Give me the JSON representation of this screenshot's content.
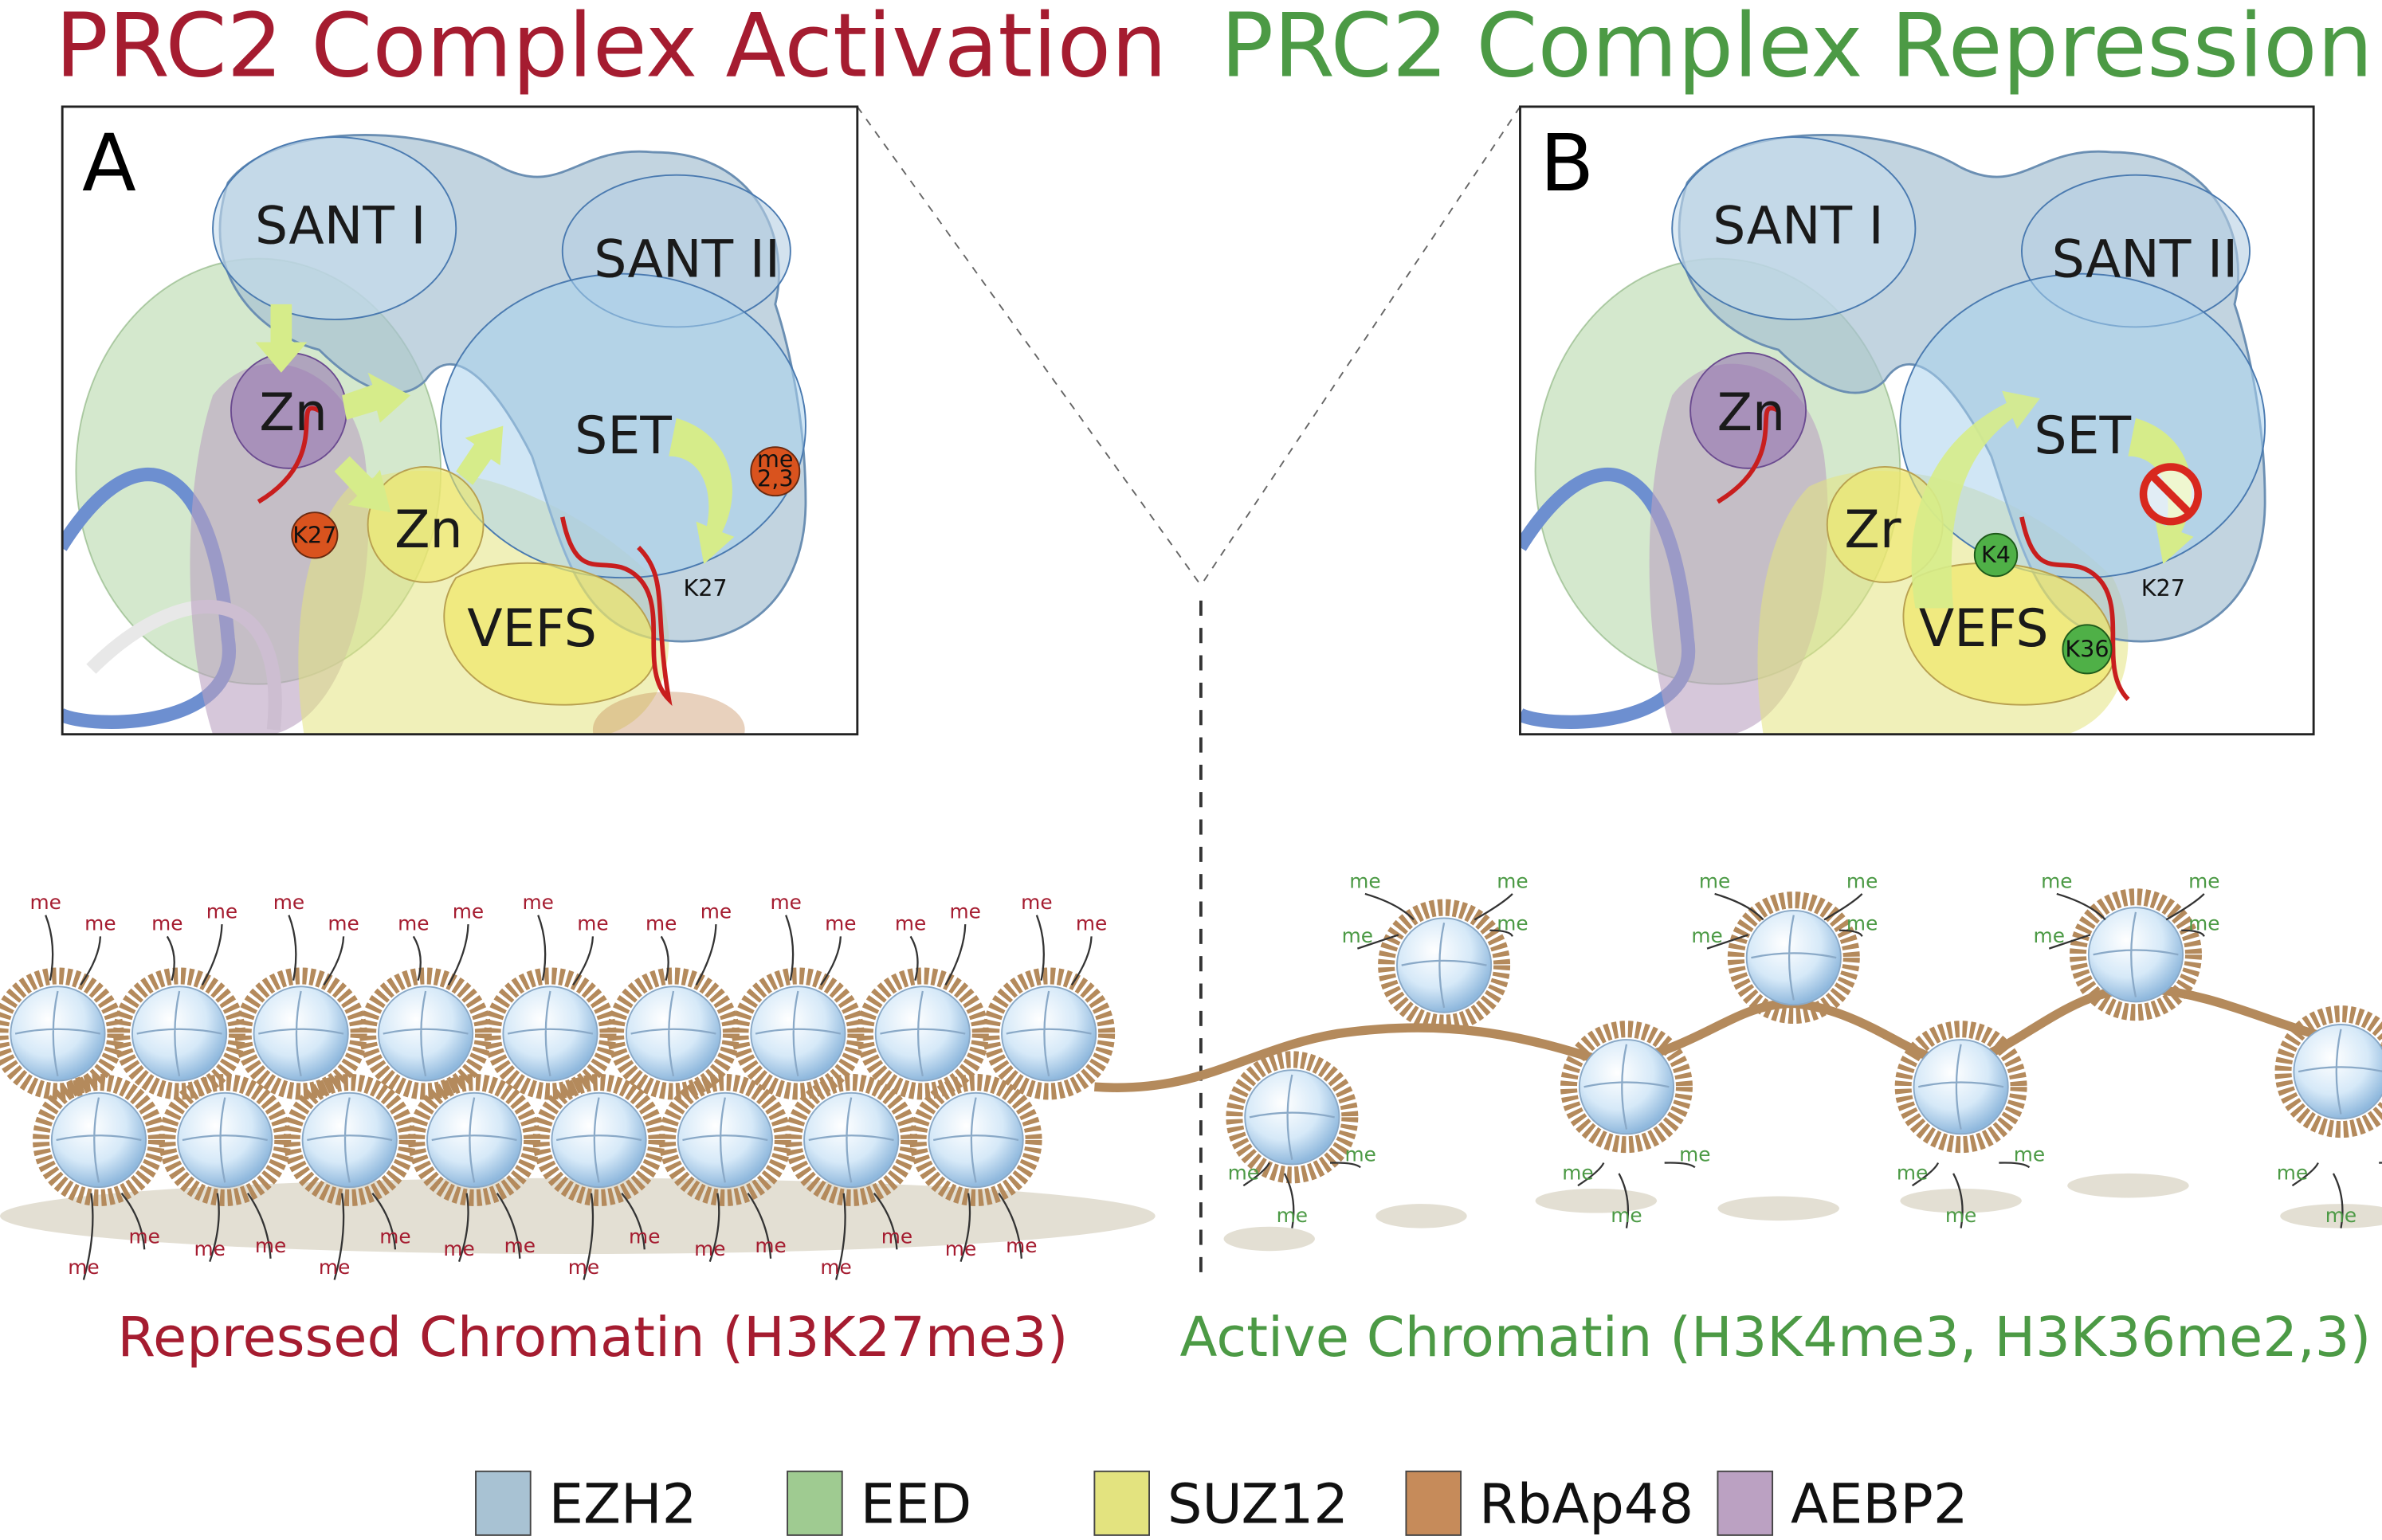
{
  "titles": {
    "left": "PRC2 Complex Activation",
    "right": "PRC2 Complex Repression"
  },
  "colors": {
    "activation": "#a51c30",
    "repression": "#4c9a45",
    "ezh2": "#a8c2d3",
    "eed": "#9fcb91",
    "suz12": "#e3e37f",
    "rbap48": "#c68b5a",
    "aebp2": "#bba1c2",
    "arrow": "#d6ec8a",
    "mark_red": "#d9531e",
    "mark_green": "#4fb047"
  },
  "panel_a": {
    "letter": "A",
    "domains": {
      "sant1": "SANT I",
      "sant2": "SANT II",
      "set": "SET",
      "zn1": "Zn",
      "zn2": "Zn",
      "vefs": "VEFS"
    },
    "marks": {
      "k27_bound": "K27",
      "me": "me",
      "me_state": "2,3",
      "k27": "K27"
    }
  },
  "panel_b": {
    "letter": "B",
    "domains": {
      "sant1": "SANT I",
      "sant2": "SANT II",
      "set": "SET",
      "zn1": "Zn",
      "zn2": "Zr",
      "vefs": "VEFS"
    },
    "marks": {
      "k4": "K4",
      "k36": "K36",
      "k27": "K27"
    }
  },
  "chromatin": {
    "me_label": "me",
    "left_caption": "Repressed Chromatin (H3K27me3)",
    "right_caption": "Active Chromatin (H3K4me3, H3K36me2,3)"
  },
  "legend": [
    {
      "label": "EZH2",
      "color": "#a8c2d3"
    },
    {
      "label": "EED",
      "color": "#9fcb91"
    },
    {
      "label": "SUZ12",
      "color": "#e3e37f"
    },
    {
      "label": "RbAp48",
      "color": "#c68b5a"
    },
    {
      "label": "AEBP2",
      "color": "#bba1c2"
    }
  ]
}
